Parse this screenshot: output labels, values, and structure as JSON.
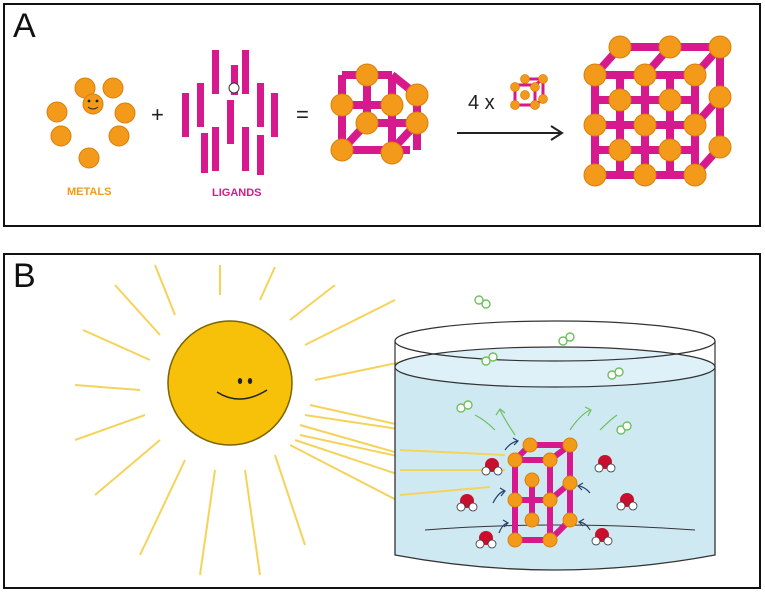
{
  "panel_a": {
    "letter": "A",
    "plus_symbol": "+",
    "equals_symbol": "=",
    "metals_label": "METALS",
    "ligands_label": "LIGANDS",
    "multiplier_label": "4 x"
  },
  "panel_b": {
    "letter": "B"
  },
  "colors": {
    "metal_orange": "#f39a1a",
    "metal_outline": "#d97f0a",
    "ligand_magenta": "#d6198c",
    "sun_yellow": "#f7c10a",
    "ray_yellow": "#f5d35a",
    "water_blue": "#cfe9f3",
    "oxygen_red": "#c8102e",
    "gas_green": "#6fbf5f"
  },
  "icons": [
    "sun-icon",
    "water-molecule-icon",
    "gas-molecule-icon",
    "cube-framework-icon",
    "arrow-icon"
  ]
}
